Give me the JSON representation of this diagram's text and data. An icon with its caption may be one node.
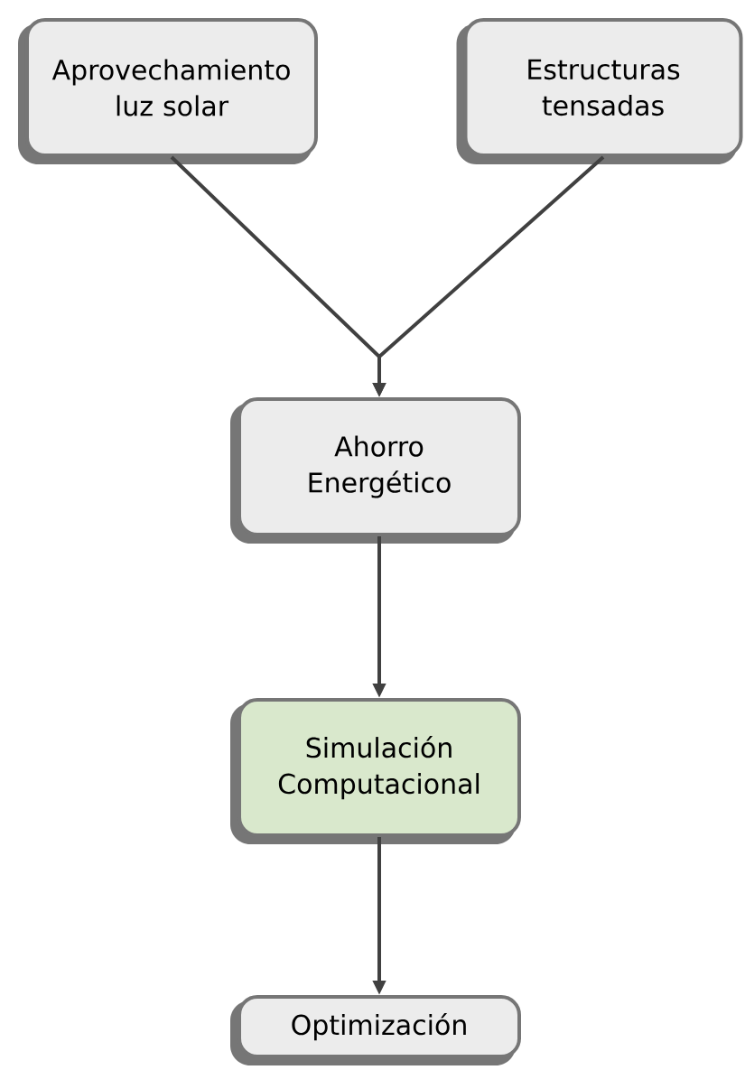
{
  "diagram": {
    "nodes": [
      {
        "text": [
          "Aprovechamiento luz solar"
        ]
      },
      {
        "text": [
          "Estructuras tensadas"
        ]
      },
      {
        "text": [
          "Ahorro Energético"
        ]
      },
      {
        "text": [
          "Simulación Computacional"
        ]
      },
      {
        "text": [
          "Optimización"
        ]
      }
    ],
    "edges": [
      {
        "from": 0,
        "to": 2,
        "arrow": "to"
      },
      {
        "from": 1,
        "to": 2,
        "arrow": "to"
      },
      {
        "from": 2,
        "to": 3,
        "arrow": "to"
      },
      {
        "from": 3,
        "to": 4,
        "arrow": "to"
      }
    ]
  }
}
